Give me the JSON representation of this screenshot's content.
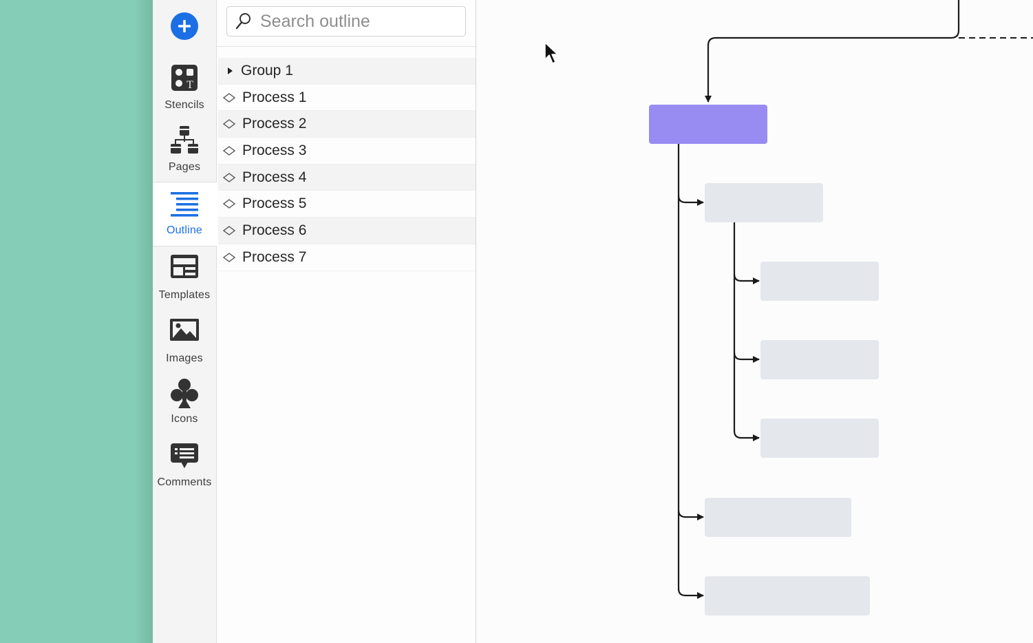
{
  "rail": {
    "add_button_icon": "plus-icon",
    "items": [
      {
        "label": "Stencils",
        "icon": "stencils-icon"
      },
      {
        "label": "Pages",
        "icon": "pages-icon"
      },
      {
        "label": "Outline",
        "icon": "outline-icon",
        "active": true
      },
      {
        "label": "Templates",
        "icon": "templates-icon"
      },
      {
        "label": "Images",
        "icon": "images-icon"
      },
      {
        "label": "Icons",
        "icon": "club-icon"
      },
      {
        "label": "Comments",
        "icon": "comments-icon"
      }
    ]
  },
  "outline": {
    "search_placeholder": "Search outline",
    "search_value": "",
    "rows": [
      {
        "label": "Group 1",
        "type": "group",
        "icon": "triangle-right-icon"
      },
      {
        "label": "Process 1",
        "type": "process",
        "icon": "diamond-outline-icon"
      },
      {
        "label": "Process 2",
        "type": "process",
        "icon": "diamond-outline-icon"
      },
      {
        "label": "Process 3",
        "type": "process",
        "icon": "diamond-outline-icon"
      },
      {
        "label": "Process 4",
        "type": "process",
        "icon": "diamond-outline-icon"
      },
      {
        "label": "Process 5",
        "type": "process",
        "icon": "diamond-outline-icon"
      },
      {
        "label": "Process 6",
        "type": "process",
        "icon": "diamond-outline-icon"
      },
      {
        "label": "Process 7",
        "type": "process",
        "icon": "diamond-outline-icon"
      }
    ]
  },
  "canvas": {
    "selected_shape_color": "#988cf2",
    "shape_color": "#e4e7eb",
    "connector_color": "#1a1a1a",
    "cursor_icon": "pointer-cursor-icon"
  },
  "colors": {
    "accent": "#1b6fe4",
    "desktop_background": "#85cdb6"
  }
}
